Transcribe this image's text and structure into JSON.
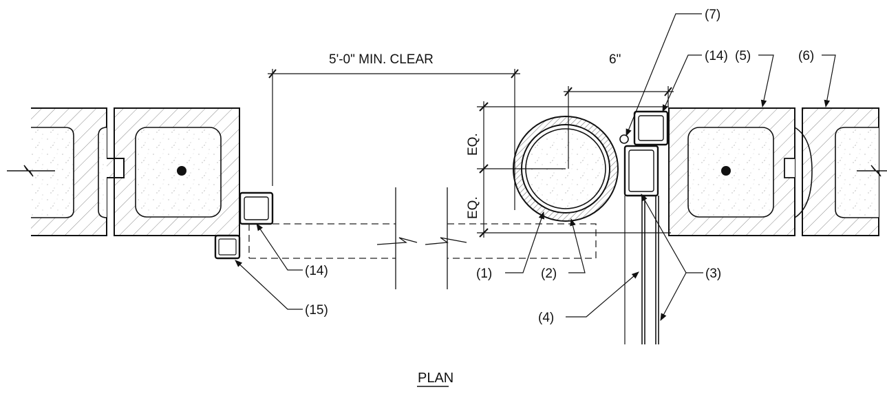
{
  "labels": {
    "dim_clear": "5'-0\" MIN. CLEAR",
    "dim_offset": "6\"",
    "eq_upper": "EQ.",
    "eq_lower": "EQ.",
    "title": "PLAN"
  },
  "callouts": {
    "c1": "(1)",
    "c2": "(2)",
    "c3": "(3)",
    "c4": "(4)",
    "c5": "(5)",
    "c6": "(6)",
    "c7": "(7)",
    "c14_left": "(14)",
    "c14_right": "(14)",
    "c15": "(15)"
  }
}
